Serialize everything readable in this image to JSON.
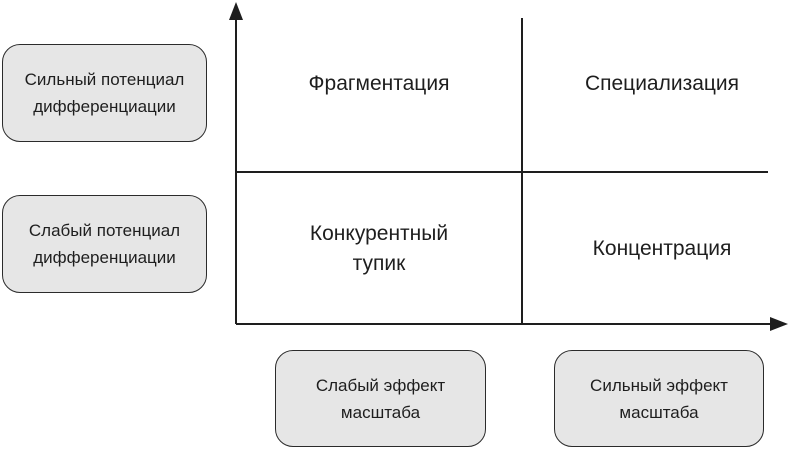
{
  "y_axis_labels": {
    "high": {
      "line1": "Сильный потенциал",
      "line2": "дифференциации"
    },
    "low": {
      "line1": "Слабый потенциал",
      "line2": "дифференциации"
    }
  },
  "x_axis_labels": {
    "weak": {
      "line1": "Слабый эффект",
      "line2": "масштаба"
    },
    "strong": {
      "line1": "Сильный эффект",
      "line2": "масштаба"
    }
  },
  "quadrants": {
    "top_left": {
      "line1": "Фрагментация"
    },
    "top_right": {
      "line1": "Специализация"
    },
    "bottom_left": {
      "line1": "Конкурентный",
      "line2": "тупик"
    },
    "bottom_right": {
      "line1": "Концентрация"
    }
  },
  "colors": {
    "box_fill": "#e6e6e6",
    "line": "#1e1e1e"
  }
}
